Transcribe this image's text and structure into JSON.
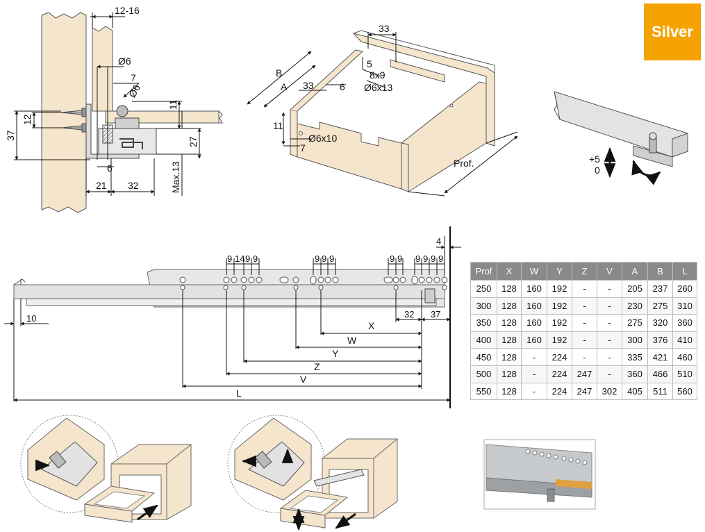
{
  "badge": "Silver",
  "top_left": {
    "d_12_16": "12-16",
    "d_o6a": "Ø6",
    "d_7": "7",
    "d_o6b": "Ø6",
    "d_11": "11",
    "d_12": "12",
    "d_37": "37",
    "d_27": "27",
    "d_6": "6",
    "d_21": "21",
    "d_32": "32",
    "d_max13": "Max.13"
  },
  "top_center": {
    "d_33a": "33",
    "d_5": "5",
    "d_8x9": "8x9",
    "d_o6x13": "Ø6x13",
    "d_B": "B",
    "d_A": "A",
    "d_33b": "33",
    "d_6": "6",
    "d_11": "11",
    "d_o6x10": "Ø6x10",
    "d_7": "7",
    "d_prof": "Prof."
  },
  "top_right": {
    "d_plus5": "+5",
    "d_0": "0"
  },
  "runner": {
    "d_4": "4",
    "d_10": "10",
    "d_32": "32",
    "d_37": "37",
    "t_9_1": "9",
    "t_14": "14",
    "t_9_2": "9",
    "t_9_3": "9",
    "t_9_4": "9",
    "t_9_5": "9",
    "t_9_6": "9",
    "t_9_7": "9",
    "t_9_8": "9",
    "t_9_9": "9",
    "t_9_10": "9",
    "t_9_11": "9",
    "t_9_12": "9",
    "l_X": "X",
    "l_W": "W",
    "l_Y": "Y",
    "l_Z": "Z",
    "l_V": "V",
    "l_L": "L"
  },
  "table": {
    "headers": [
      "Prof",
      "X",
      "W",
      "Y",
      "Z",
      "V",
      "A",
      "B",
      "L"
    ],
    "rows": [
      [
        "250",
        "128",
        "160",
        "192",
        "-",
        "-",
        "205",
        "237",
        "260"
      ],
      [
        "300",
        "128",
        "160",
        "192",
        "-",
        "-",
        "230",
        "275",
        "310"
      ],
      [
        "350",
        "128",
        "160",
        "192",
        "-",
        "-",
        "275",
        "320",
        "360"
      ],
      [
        "400",
        "128",
        "160",
        "192",
        "-",
        "-",
        "300",
        "376",
        "410"
      ],
      [
        "450",
        "128",
        "-",
        "224",
        "-",
        "-",
        "335",
        "421",
        "460"
      ],
      [
        "500",
        "128",
        "-",
        "224",
        "247",
        "-",
        "360",
        "466",
        "510"
      ],
      [
        "550",
        "128",
        "-",
        "224",
        "247",
        "302",
        "405",
        "511",
        "560"
      ]
    ]
  },
  "colors": {
    "wood": "#f5e5cc",
    "metal": "#e3e3e3",
    "badge": "#f5a300",
    "table_header": "#8a8a8a"
  }
}
